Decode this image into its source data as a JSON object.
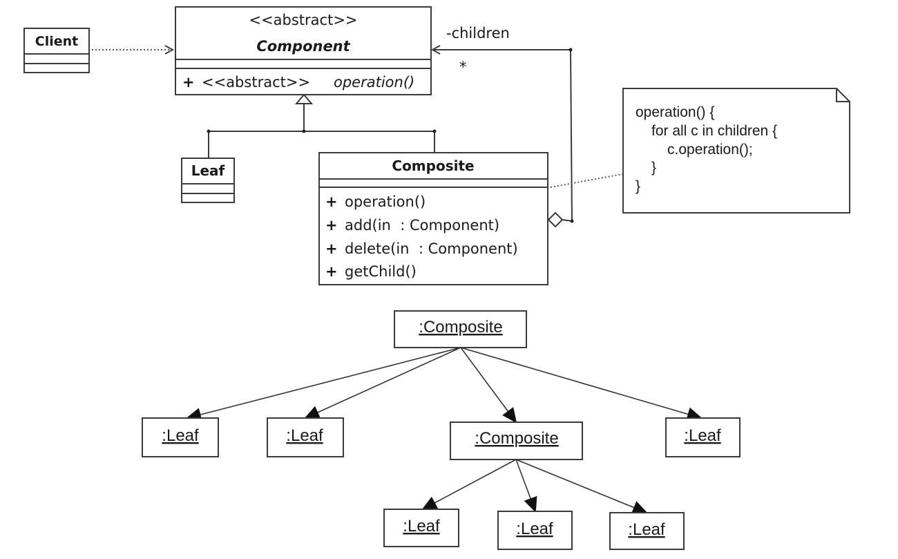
{
  "class_diagram": {
    "client": {
      "name": "Client"
    },
    "component": {
      "stereotype": "<<abstract>>",
      "name": "Component",
      "op_visibility": "+",
      "op_stereotype": "<<abstract>>",
      "op_name": "operation()"
    },
    "leaf": {
      "name": "Leaf"
    },
    "composite": {
      "name": "Composite",
      "operations": [
        {
          "vis": "+",
          "text": "operation()"
        },
        {
          "vis": "+",
          "text": "add(in  : Component)"
        },
        {
          "vis": "+",
          "text": "delete(in  : Component)"
        },
        {
          "vis": "+",
          "text": "getChild()"
        }
      ]
    },
    "association": {
      "role": "-children",
      "multiplicity": "*"
    },
    "note": {
      "lines": [
        "operation() {",
        "for all c in children {",
        "c.operation();",
        "}",
        "}"
      ]
    }
  },
  "object_diagram": {
    "root": ":Composite",
    "level1": [
      ":Leaf",
      ":Leaf",
      ":Composite",
      ":Leaf"
    ],
    "level2": [
      ":Leaf",
      ":Leaf",
      ":Leaf"
    ]
  }
}
